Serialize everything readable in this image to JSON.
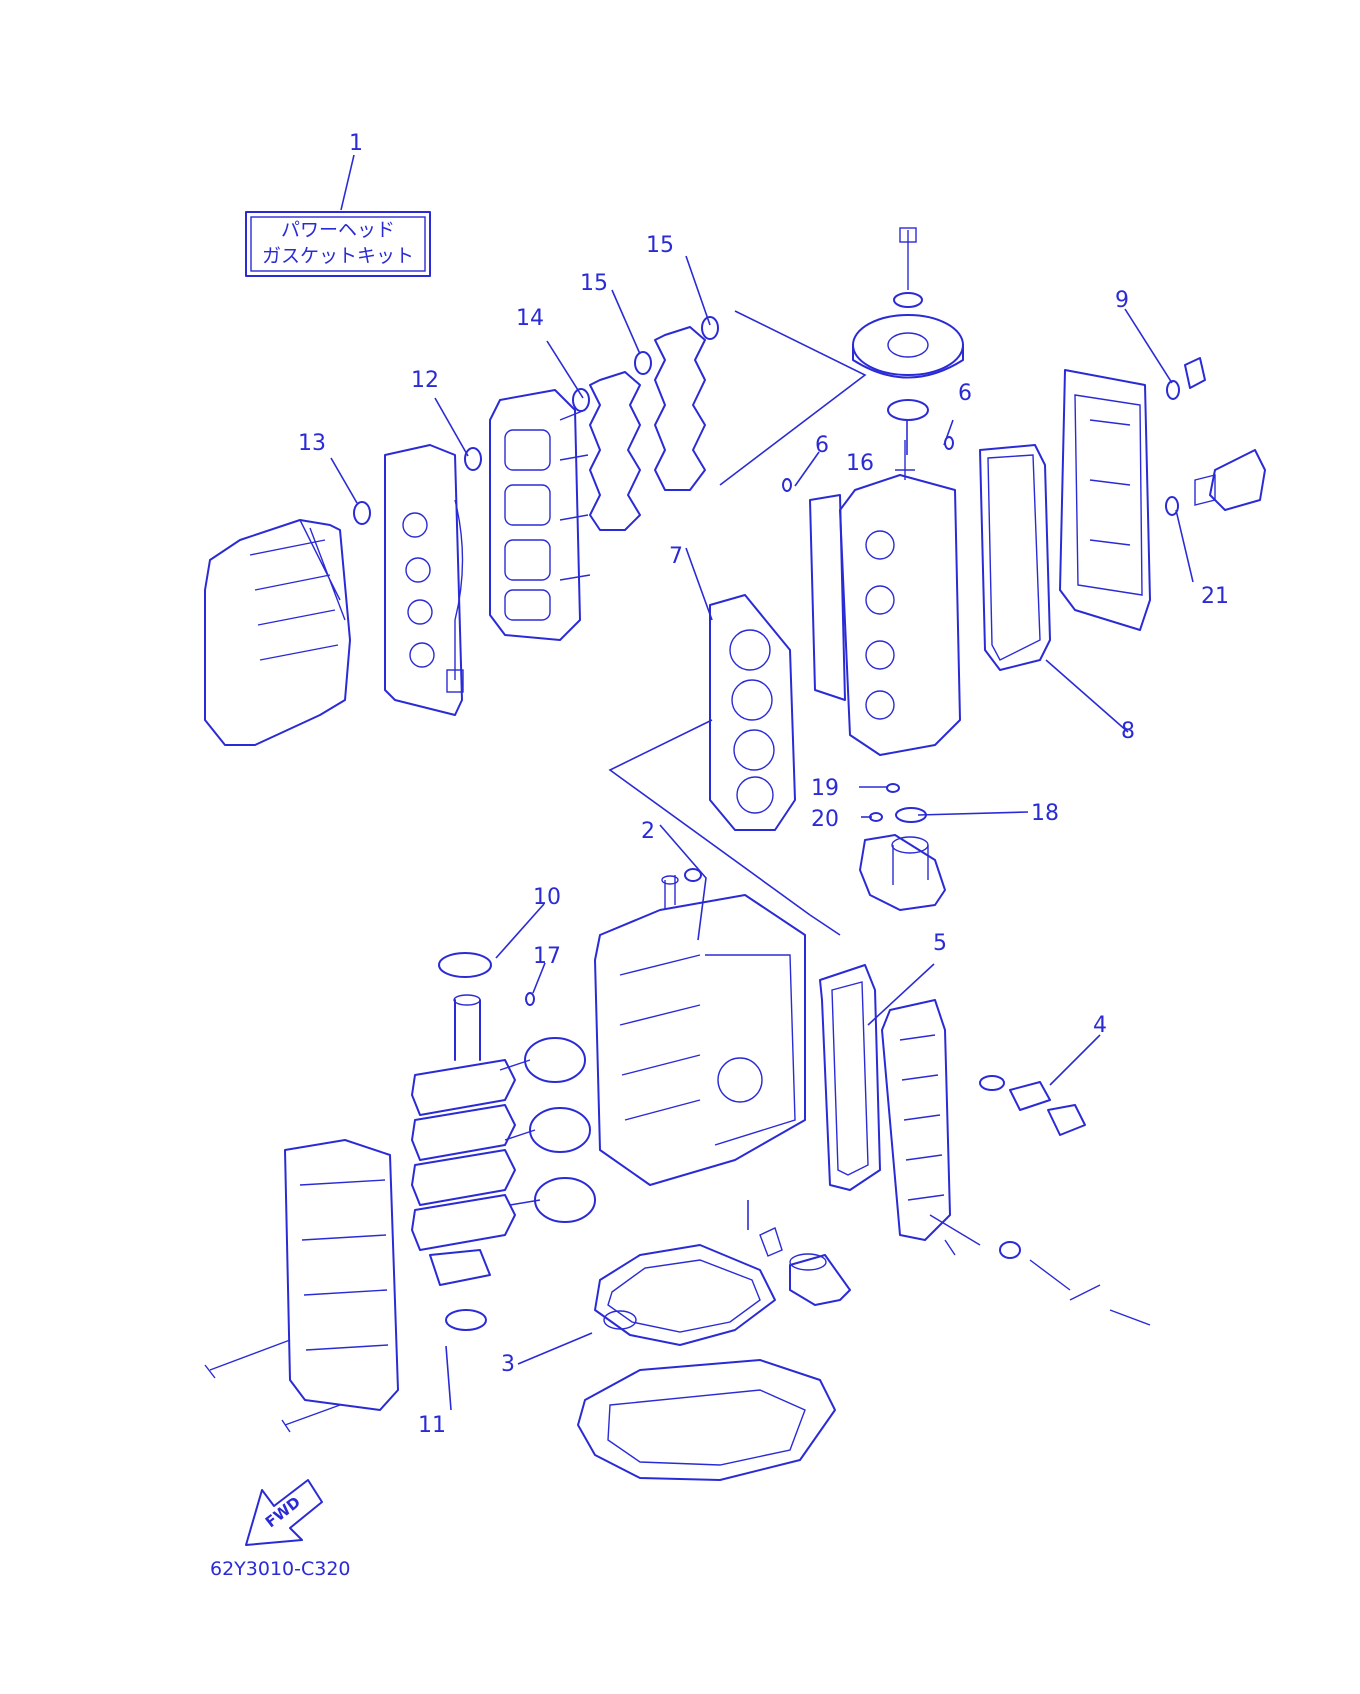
{
  "diagram": {
    "kit_box": {
      "line1": "パワーヘッド",
      "line2": "ガスケットキット"
    },
    "callouts": [
      "1",
      "2",
      "3",
      "4",
      "5",
      "6",
      "6",
      "7",
      "8",
      "9",
      "10",
      "11",
      "12",
      "13",
      "14",
      "15",
      "15",
      "16",
      "17",
      "18",
      "19",
      "20",
      "21"
    ],
    "fwd_label": "FWD",
    "part_code": "62Y3010-C320",
    "line_color": "#2b2bd6"
  }
}
